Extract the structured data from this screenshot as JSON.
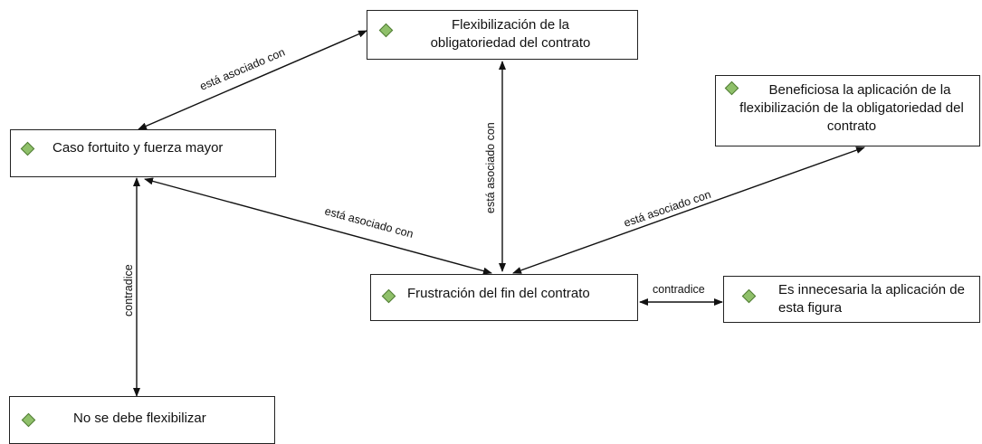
{
  "nodes": {
    "flexibilizacion": "Flexibilización de la obligatoriedad del contrato",
    "caso_fortuito": "Caso fortuito y fuerza mayor",
    "beneficiosa": "Beneficiosa la aplicación de la flexibilización de la obligatoriedad del contrato",
    "frustracion": "Frustración del fin del contrato",
    "innecesaria": "Es innecesaria la aplicación de esta figura",
    "no_flexibilizar": "No se debe flexibilizar"
  },
  "edges": {
    "caso_flex": "está asociado con",
    "flex_frustracion": "está asociado con",
    "caso_frustracion": "está asociado con",
    "frustracion_beneficiosa": "está asociado con",
    "frustracion_innecesaria": "contradice",
    "caso_noflex": "contradice"
  },
  "colors": {
    "node_border": "#222222",
    "diamond_fill": "#8fc06a",
    "diamond_border": "#4f7a33",
    "edge": "#111111"
  }
}
